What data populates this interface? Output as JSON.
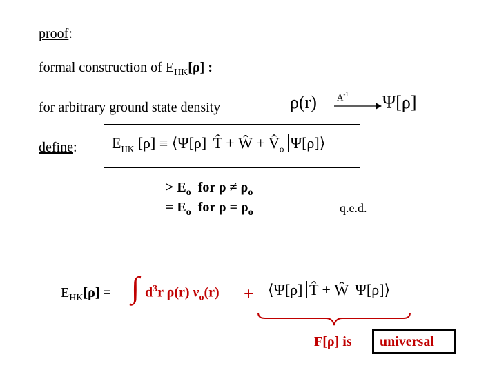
{
  "proof_label": "proof",
  "proof_colon": ":",
  "line1_text": "formal construction of E",
  "line1_sub": "HK",
  "line1_arg": "[ρ] :",
  "line2_text": "for arbitrary ground state density",
  "map_rho": "ρ(r)",
  "map_op": "A",
  "map_op_sup": "-1",
  "map_psi": "Ψ[ρ]",
  "define_label": "define",
  "define_colon": ":",
  "def_lhs_E": "E",
  "def_lhs_sub": "HK",
  "def_lhs_arg": "[ρ] ≡",
  "def_bra": "⟨Ψ[ρ]",
  "def_op": "T̂ + Ŵ + V̂",
  "def_op_sub": "o",
  "def_ket": "Ψ[ρ]⟩",
  "cond1_rel": "> E",
  "cond1_sub": "o",
  "cond1_for": "for  ρ ≠ ρ",
  "cond1_for_sub": "o",
  "cond2_rel": "= E",
  "cond2_sub": "o",
  "cond2_for": "for  ρ = ρ",
  "cond2_for_sub": "o",
  "qed": "q.e.d.",
  "bottom_E": "E",
  "bottom_sub": "HK",
  "bottom_arg": "[ρ] =",
  "integral_sign": "∫",
  "integral_body_1": "d",
  "integral_sup": "3",
  "integral_body_2": "r ρ(r) ",
  "integral_v": "v",
  "integral_v_sub": "o",
  "integral_body_3": "(r)",
  "plus_sign": "+",
  "bottom_bra": "⟨Ψ[ρ]",
  "bottom_op": "T̂ + Ŵ",
  "bottom_ket": "Ψ[ρ]⟩",
  "functional_label": "F[ρ]  is",
  "universal_label": "universal",
  "colors": {
    "accent": "#c00000",
    "text": "#000000"
  }
}
